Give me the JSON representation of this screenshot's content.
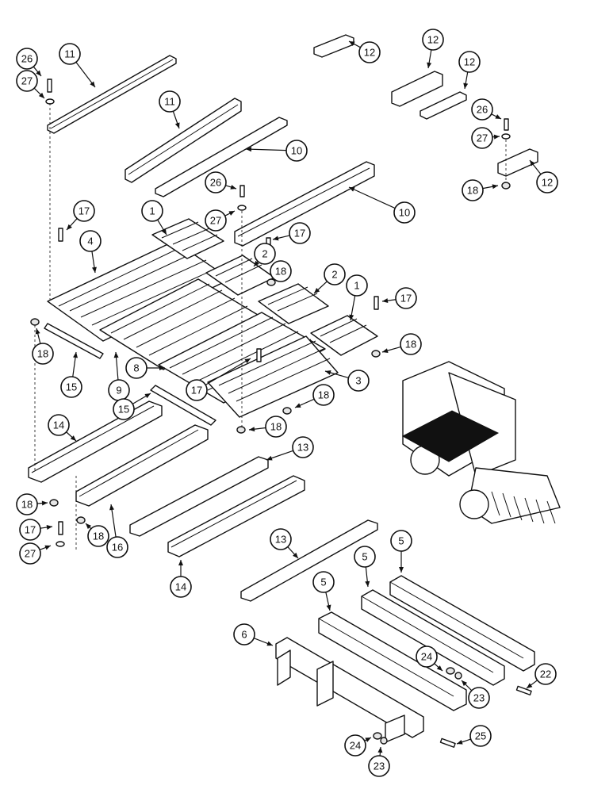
{
  "callouts": {
    "c26a": "26",
    "c27a": "27",
    "c11a": "11",
    "c11b": "11",
    "c12a": "12",
    "c12b": "12",
    "c12c": "12",
    "c12d": "12",
    "c26b": "26",
    "c27b": "27",
    "c18a": "18",
    "c10a": "10",
    "c10b": "10",
    "c26c": "26",
    "c27c": "27",
    "c17a": "17",
    "c4": "4",
    "c1a": "1",
    "c17b": "17",
    "c2a": "2",
    "c18b": "18",
    "c2b": "2",
    "c1b": "1",
    "c17c": "17",
    "c18c": "18",
    "c15a": "15",
    "c18d": "18",
    "c9": "9",
    "c8": "8",
    "c17d": "17",
    "c3": "3",
    "c15b": "15",
    "c18e": "18",
    "c18f": "18",
    "c14a": "14",
    "c13a": "13",
    "c18g": "18",
    "c18h": "18",
    "c16": "16",
    "c17e": "17",
    "c27d": "27",
    "c14b": "14",
    "c13b": "13",
    "c5a": "5",
    "c5b": "5",
    "c5c": "5",
    "c6": "6",
    "c24a": "24",
    "c23a": "23",
    "c22": "22",
    "c25": "25",
    "c24b": "24",
    "c23b": "23"
  },
  "colors": {
    "line": "#111111",
    "platform": "#111111",
    "paper": "#ffffff"
  }
}
